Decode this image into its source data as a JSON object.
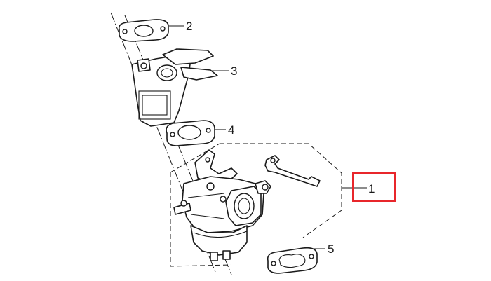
{
  "callouts": [
    {
      "id": "1",
      "label": "1"
    },
    {
      "id": "2",
      "label": "2"
    },
    {
      "id": "3",
      "label": "3"
    },
    {
      "id": "4",
      "label": "4"
    },
    {
      "id": "5",
      "label": "5"
    }
  ],
  "highlight": {
    "color": "#e8262b"
  }
}
